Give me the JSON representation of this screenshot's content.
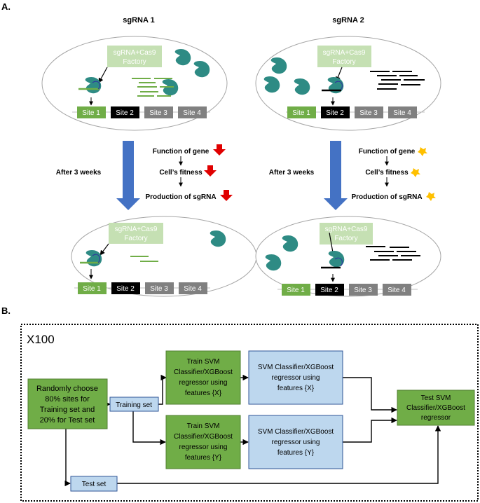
{
  "panel_a": {
    "label": "A.",
    "sgrna1": {
      "title": "sgRNA 1",
      "factory_line1": "sgRNA+Cas9",
      "factory_line2": "Factory",
      "after_label": "After 3 weeks",
      "func_gene": "Function of gene",
      "fitness": "Cell’s fitness",
      "production": "Production of sgRNA",
      "effect": "decrease"
    },
    "sgrna2": {
      "title": "sgRNA 2",
      "factory_line1": "sgRNA+Cas9",
      "factory_line2": "Factory",
      "after_label": "After 3 weeks",
      "func_gene": "Function of gene",
      "fitness": "Cell’s fitness",
      "production": "Production of sgRNA",
      "effect": "no change"
    },
    "sites": [
      "Site 1",
      "Site 2",
      "Site 3",
      "Site 4"
    ]
  },
  "panel_b": {
    "label": "B.",
    "repeat": "X100",
    "random_choose": [
      "Randomly choose",
      "80% sites for",
      "Training set and",
      "20% for Test set"
    ],
    "training_set": "Training set",
    "test_set": "Test set",
    "train_x": [
      "Train SVM",
      "Classifier/XGBoost",
      "regressor using",
      "features {X}"
    ],
    "train_y": [
      "Train SVM",
      "Classifier/XGBoost",
      "regressor using",
      "features {Y}"
    ],
    "model_x": [
      "SVM Classifier/XGBoost",
      "regressor using",
      "features {X}"
    ],
    "model_y": [
      "SVM Classifier/XGBoost",
      "regressor using",
      "features {Y}"
    ],
    "test_model": [
      "Test SVM",
      "Classifier/XGBoost",
      "regressor"
    ]
  },
  "colors": {
    "green_box": "#70ad47",
    "dark_green_box": "#548235",
    "light_green": "#c5e0b3",
    "light_blue": "#bdd7ee",
    "blue_arrow": "#4472c4",
    "teal_cas9": "#2e8b84",
    "red_arrow": "#e00000",
    "yellow_shape": "#ffc000",
    "site_gray": "#808080",
    "site_black": "#000000"
  }
}
